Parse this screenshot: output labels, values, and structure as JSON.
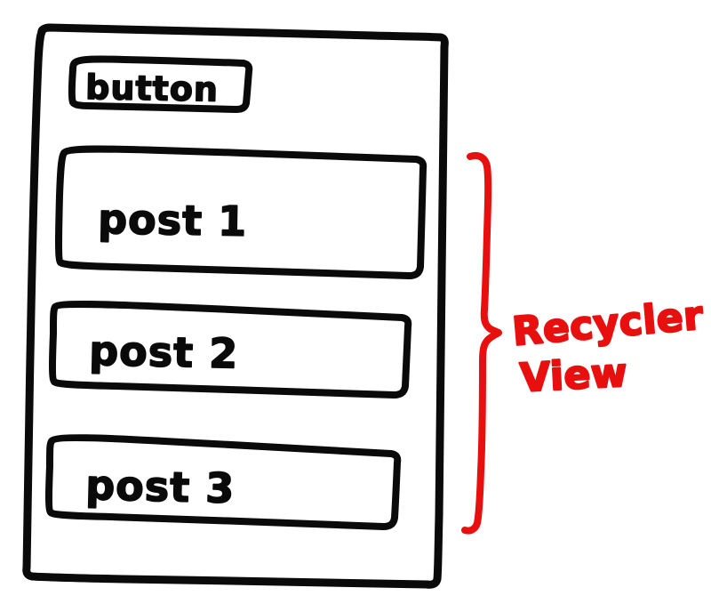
{
  "sketch": {
    "title": "Android screen wireframe sketch",
    "background_color": "#ffffff",
    "ink_color": "#0a0a0a",
    "annotation_color": "#e8100f"
  },
  "screen_frame": {
    "name": "phone-screen-outline"
  },
  "button": {
    "label": "button"
  },
  "list": {
    "items": [
      {
        "label": "post 1"
      },
      {
        "label": "post 2"
      },
      {
        "label": "post 3"
      }
    ]
  },
  "annotation": {
    "line1": "Recycler",
    "line2": "View",
    "brace": "right-curly-brace"
  }
}
